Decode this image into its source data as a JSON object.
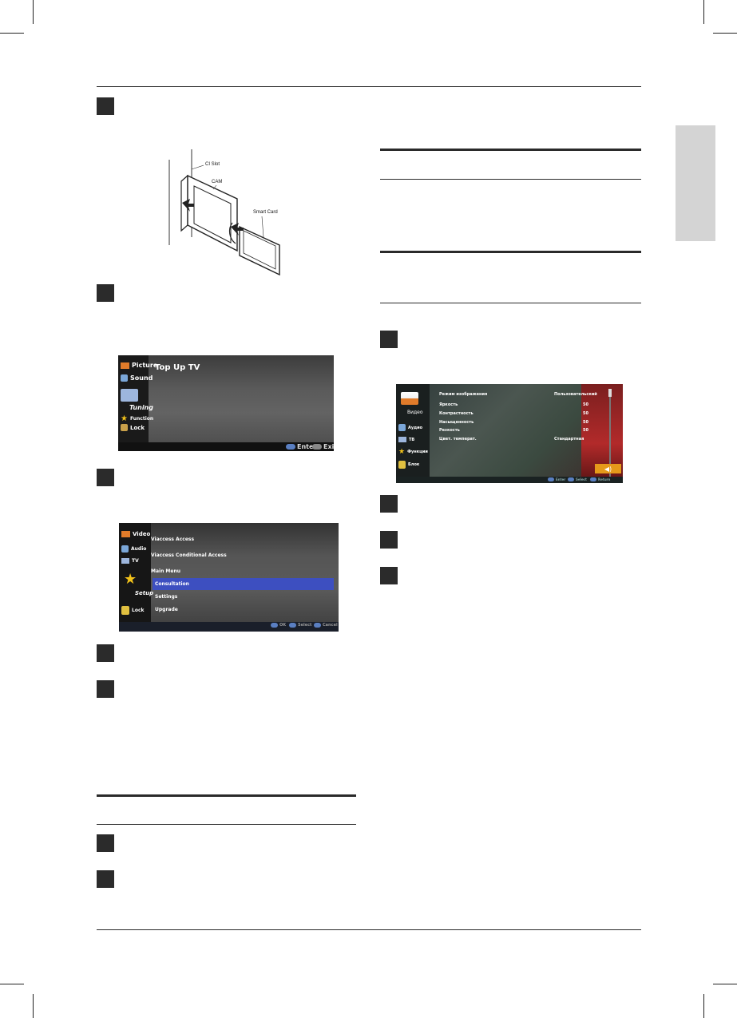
{
  "cam_diagram": {
    "label_ci_slot": "CI Slot",
    "label_cam": "CAM",
    "label_smart_card": "Smart Card"
  },
  "screen1": {
    "menu": [
      "Picture",
      "Sound",
      "Tuning",
      "Function",
      "Lock"
    ],
    "title": "Top Up TV",
    "footer": [
      "Enter",
      "Exit"
    ]
  },
  "screen2": {
    "menu": [
      "Video",
      "Audio",
      "TV",
      "Setup",
      "Lock"
    ],
    "items": [
      "Viaccess Access",
      "Viaccess Conditional Access",
      "Main Menu",
      "Consultation",
      "Settings",
      "Upgrade"
    ],
    "footer": [
      "OK",
      "Select",
      "Cancel"
    ]
  },
  "screen3": {
    "menu": [
      "Видео",
      "Аудио",
      "ТВ",
      "Функции",
      "Блок"
    ],
    "rows": [
      {
        "label": "Режим изображения",
        "value": "Пользовательский"
      },
      {
        "label": "Яркость",
        "value": "50"
      },
      {
        "label": "Контрастность",
        "value": "50"
      },
      {
        "label": "Насыщенность",
        "value": "50"
      },
      {
        "label": "Резкость",
        "value": "50"
      },
      {
        "label": "Цвет. температ.",
        "value": "Стандартная"
      }
    ],
    "footer": [
      "Enter",
      "Select",
      "Return"
    ]
  },
  "colors": {
    "step_marker": "#2b2b2b",
    "side_tab": "#d4d4d4",
    "highlight": "#3d4fc0",
    "audio_accent": "#e59a1a"
  }
}
